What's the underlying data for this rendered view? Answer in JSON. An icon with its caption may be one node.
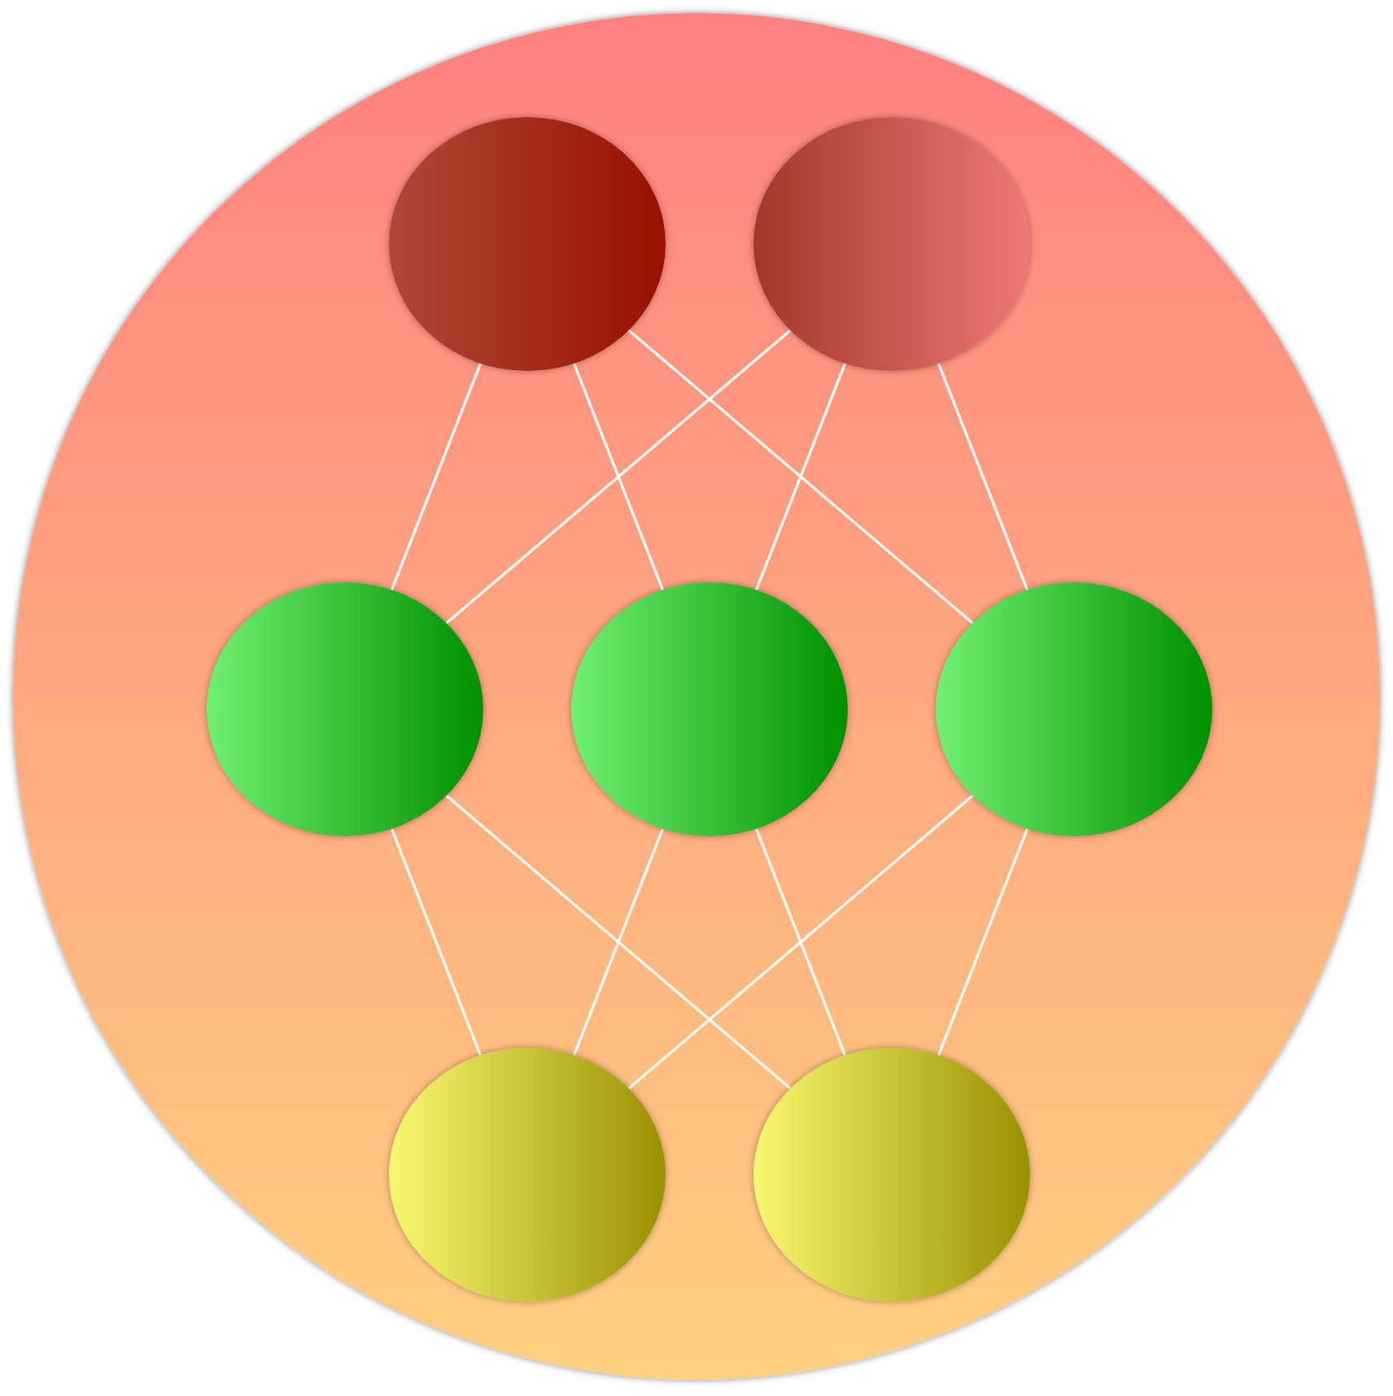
{
  "diagram": {
    "nodes": [
      {
        "text": [],
        "shape": "circle"
      },
      {
        "text": [],
        "shape": "ellipse",
        "in": 0
      },
      {
        "text": [],
        "shape": "ellipse",
        "in": 0
      },
      {
        "text": [],
        "shape": "ellipse",
        "in": 0
      },
      {
        "text": [],
        "shape": "ellipse",
        "in": 0
      },
      {
        "text": [],
        "shape": "ellipse",
        "in": 0
      },
      {
        "text": [],
        "shape": "ellipse",
        "in": 0
      },
      {
        "text": [],
        "shape": "ellipse",
        "in": 0
      }
    ],
    "edges": [
      {
        "from": 1,
        "to": 3,
        "arrow": "none"
      },
      {
        "from": 1,
        "to": 4,
        "arrow": "none"
      },
      {
        "from": 1,
        "to": 5,
        "arrow": "none"
      },
      {
        "from": 2,
        "to": 3,
        "arrow": "none"
      },
      {
        "from": 2,
        "to": 4,
        "arrow": "none"
      },
      {
        "from": 2,
        "to": 5,
        "arrow": "none"
      },
      {
        "from": 3,
        "to": 6,
        "arrow": "none"
      },
      {
        "from": 3,
        "to": 7,
        "arrow": "none"
      },
      {
        "from": 4,
        "to": 6,
        "arrow": "none"
      },
      {
        "from": 4,
        "to": 7,
        "arrow": "none"
      },
      {
        "from": 5,
        "to": 6,
        "arrow": "none"
      },
      {
        "from": 5,
        "to": 7,
        "arrow": "none"
      }
    ]
  }
}
